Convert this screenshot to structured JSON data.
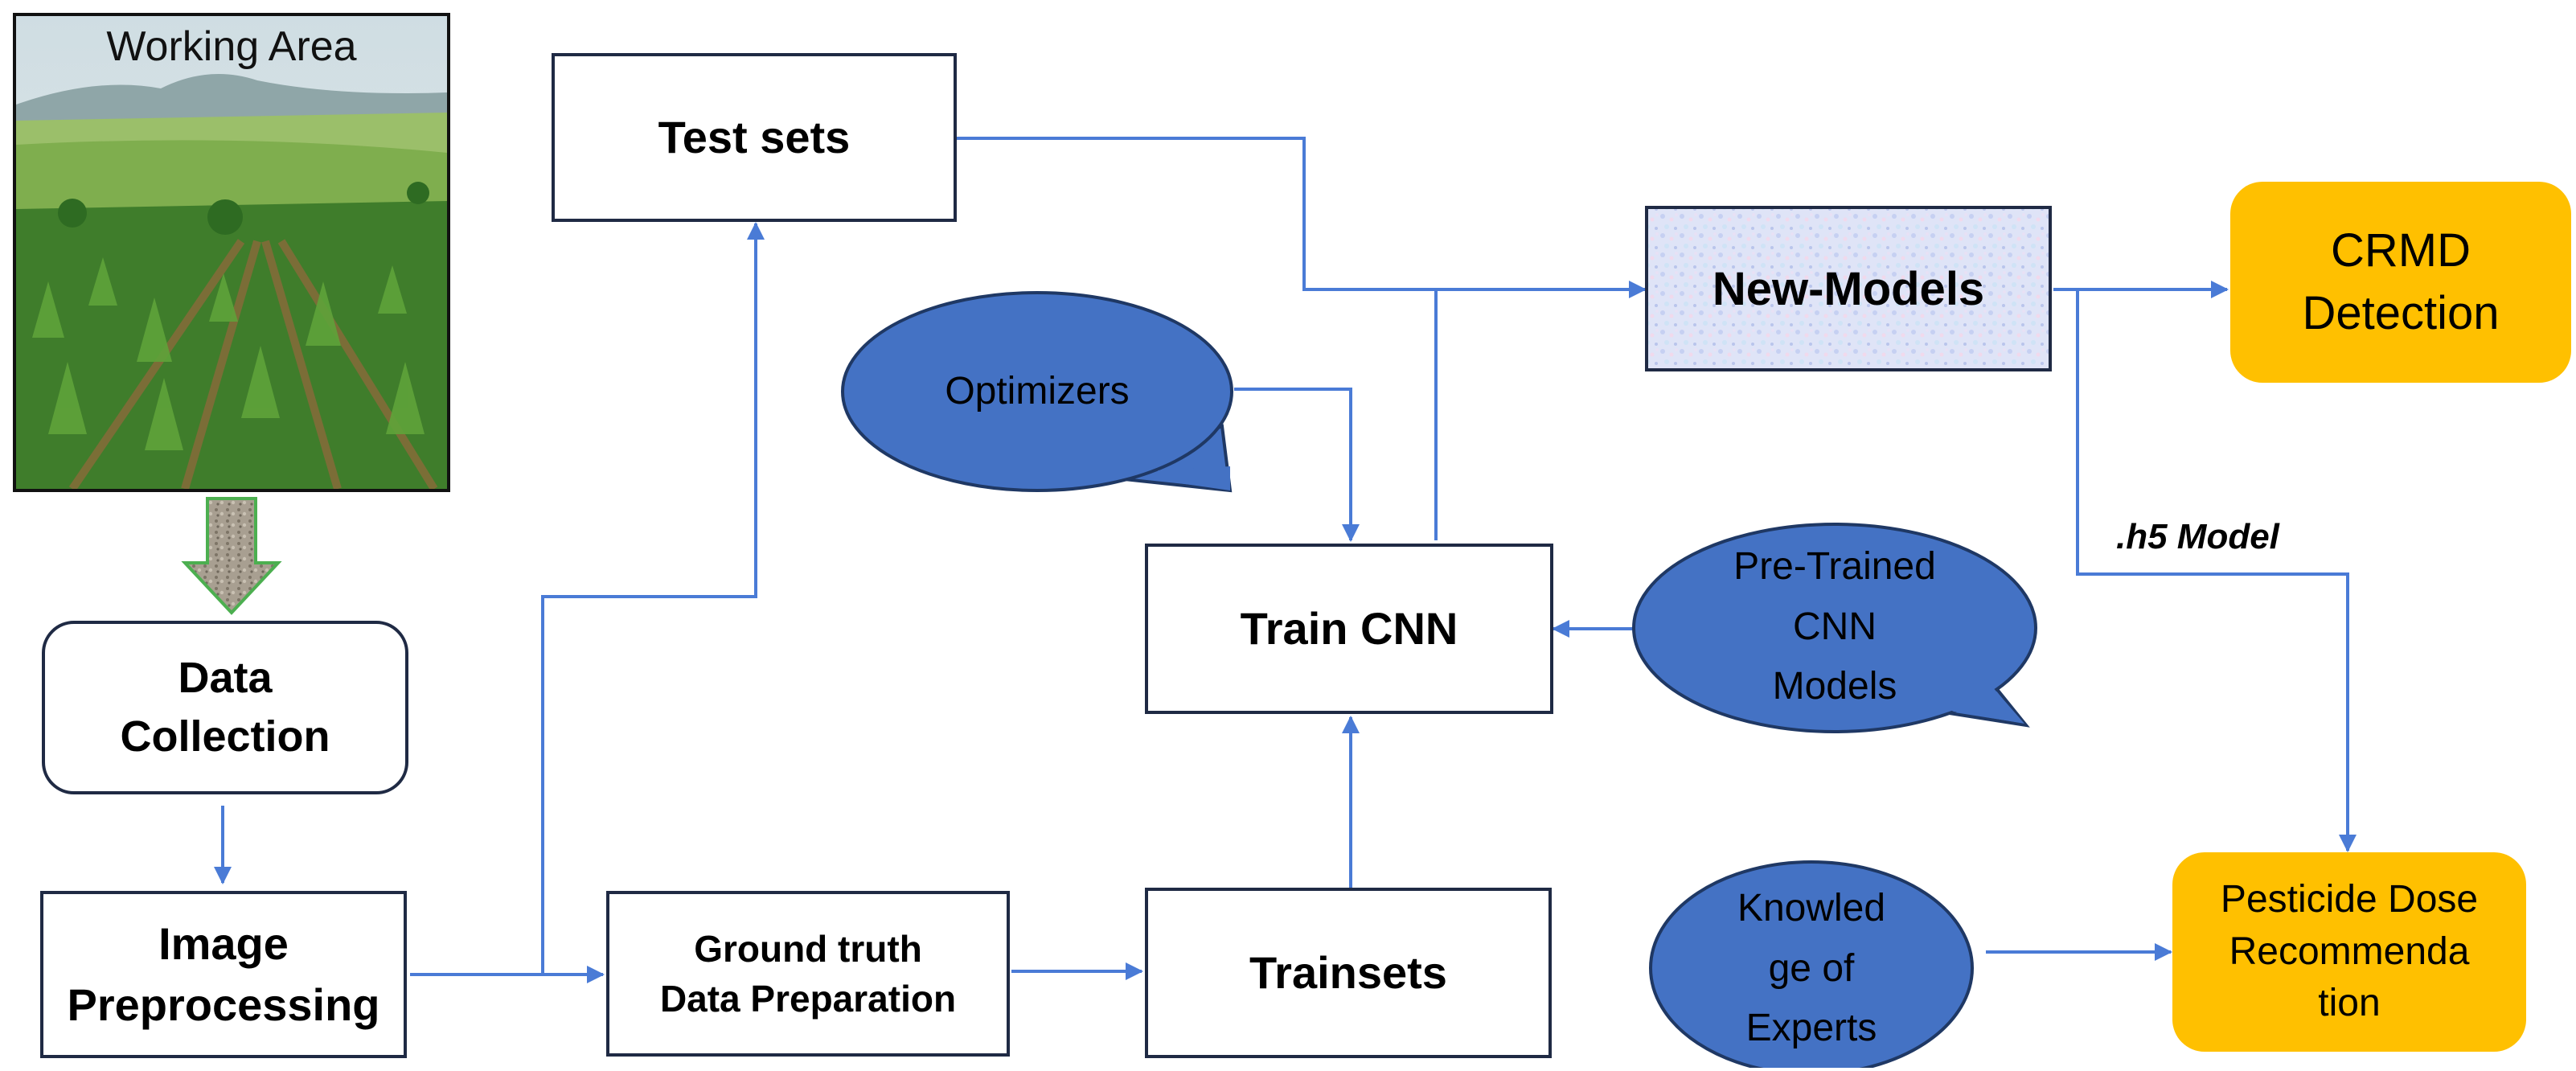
{
  "working_area": {
    "title": "Working Area"
  },
  "nodes": {
    "data_collection": [
      "Data",
      "Collection"
    ],
    "image_preprocessing": [
      "Image",
      "Preprocessing"
    ],
    "ground_truth": [
      "Ground truth",
      "Data Preparation"
    ],
    "trainsets": "Trainsets",
    "test_sets": "Test sets",
    "train_cnn": "Train CNN",
    "new_models": "New-Models",
    "crmd_detection": [
      "CRMD",
      "Detection"
    ],
    "pesticide_dose": [
      "Pesticide Dose",
      "Recommenda",
      "tion"
    ]
  },
  "bubbles": {
    "optimizers": "Optimizers",
    "pretrained": [
      "Pre-Trained",
      "CNN",
      "Models"
    ],
    "knowledge": [
      "Knowled",
      "ge of",
      "Experts"
    ]
  },
  "edge_labels": {
    "h5_model": ".h5 Model"
  },
  "colors": {
    "arrow": "#4a7bd6",
    "bubble_fill": "#4472c4",
    "bubble_stroke": "#1f3864",
    "orange": "#ffc000",
    "box_border": "#1f2a44",
    "down_arrow": "#4caf50"
  }
}
